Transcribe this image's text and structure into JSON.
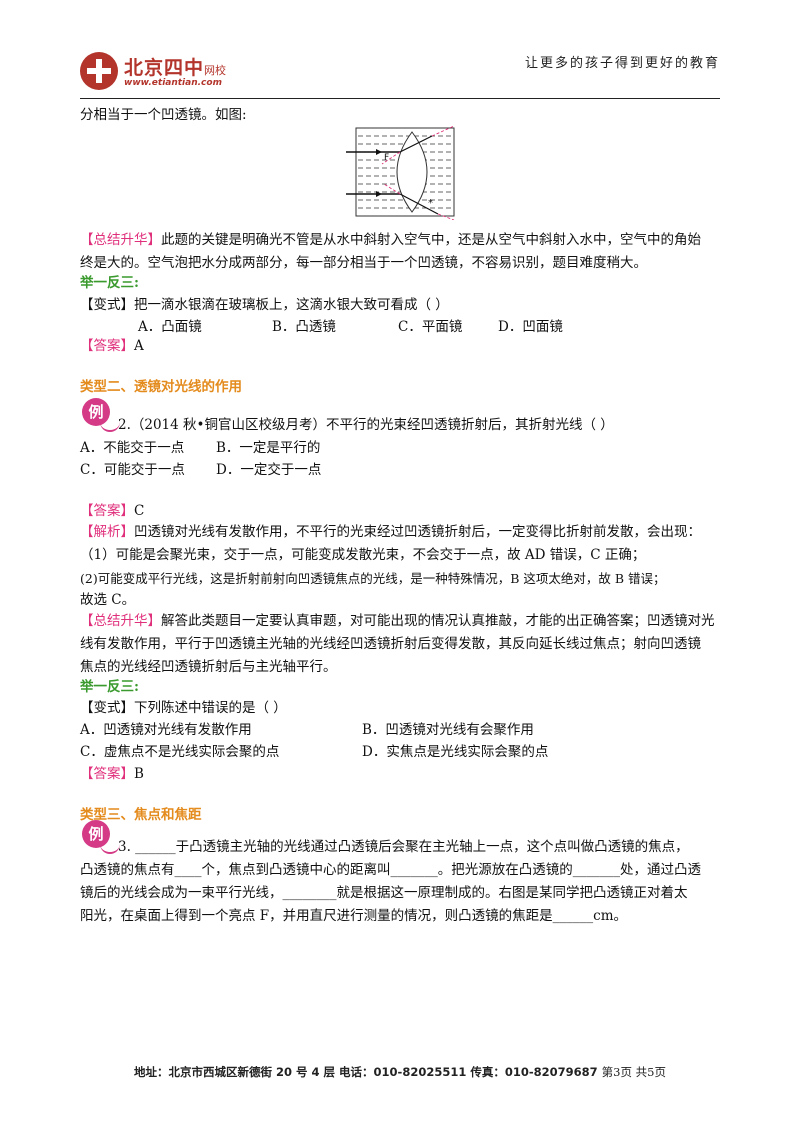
{
  "header": {
    "logo_name": "北京四中",
    "logo_suffix": "网校",
    "logo_url": "www.etiantian.com",
    "slogan": "让更多的孩子得到更好的教育"
  },
  "intro_line": "分相当于一个凹透镜。如图:",
  "summary1": {
    "tag": "【总结升华】",
    "line1": "此题的关键是明确光不管是从水中斜射入空气中，还是从空气中斜射入水中，空气中的角始",
    "line2": "终是大的。空气泡把水分成两部分，每一部分相当于一个凹透镜，不容易识别，题目难度稍大。"
  },
  "practice1": {
    "heading": "举一反三:",
    "question": "【变式】把一滴水银滴在玻璃板上，这滴水银大致可看成（      ）",
    "options": [
      "A．凸面镜",
      "B．凸透镜",
      "C．平面镜",
      "D．凹面镜"
    ],
    "answer_tag": "【答案】",
    "answer": "A"
  },
  "section2": {
    "title": "类型二、透镜对光线的作用",
    "badge": "例",
    "question": "2.（2014 秋•铜官山区校级月考）不平行的光束经凹透镜折射后，其折射光线（      ）",
    "options": [
      "A．不能交于一点",
      "B．一定是平行的",
      "C．可能交于一点",
      "D．一定交于一点"
    ],
    "answer_tag": "【答案】",
    "answer": "C",
    "analysis_tag": "【解析】",
    "analysis_line1": "凹透镜对光线有发散作用，不平行的光束经过凹透镜折射后，一定变得比折射前发散，会出现：",
    "analysis_line2": "（1）可能是会聚光束，交于一点，可能变成发散光束，不会交于一点，故 AD 错误，C 正确；",
    "analysis_line3": "(2)可能变成平行光线，这是折射前射向凹透镜焦点的光线，是一种特殊情况，B 这项太绝对，故 B 错误；",
    "analysis_line4": "故选 C。",
    "summary_tag": "【总结升华】",
    "summary_line1": "解答此类题目一定要认真审题，对可能出现的情况认真推敲，才能的出正确答案；凹透镜对光",
    "summary_line2": "线有发散作用，平行于凹透镜主光轴的光线经凹透镜折射后变得发散，其反向延长线过焦点；射向凹透镜",
    "summary_line3": "焦点的光线经凹透镜折射后与主光轴平行。"
  },
  "practice2": {
    "heading": "举一反三:",
    "question_tag": "【变式】",
    "question": "下列陈述中错误的是（      ）",
    "options": [
      "A．凹透镜对光线有发散作用",
      "B．凹透镜对光线有会聚作用",
      "C．虚焦点不是光线实际会聚的点",
      "D．实焦点是光线实际会聚的点"
    ],
    "answer_tag": "【答案】",
    "answer": "B"
  },
  "section3": {
    "title": "类型三、焦点和焦距",
    "badge": "例",
    "line1": "3.  ______于凸透镜主光轴的光线通过凸透镜后会聚在主光轴上一点，这个点叫做凸透镜的焦点，",
    "line2": "凸透镜的焦点有____个，焦点到凸透镜中心的距离叫_______。把光源放在凸透镜的_______处，通过凸透",
    "line3": "镜后的光线会成为一束平行光线，________就是根据这一原理制成的。右图是某同学把凸透镜正对着太",
    "line4": "阳光，在桌面上得到一个亮点 F，并用直尺进行测量的情况，则凸透镜的焦距是______cm。"
  },
  "footer": {
    "address": "地址：北京市西城区新德街 20 号 4 层  电话：010-82025511  传真：010-82079687",
    "page": "第3页  共5页"
  }
}
